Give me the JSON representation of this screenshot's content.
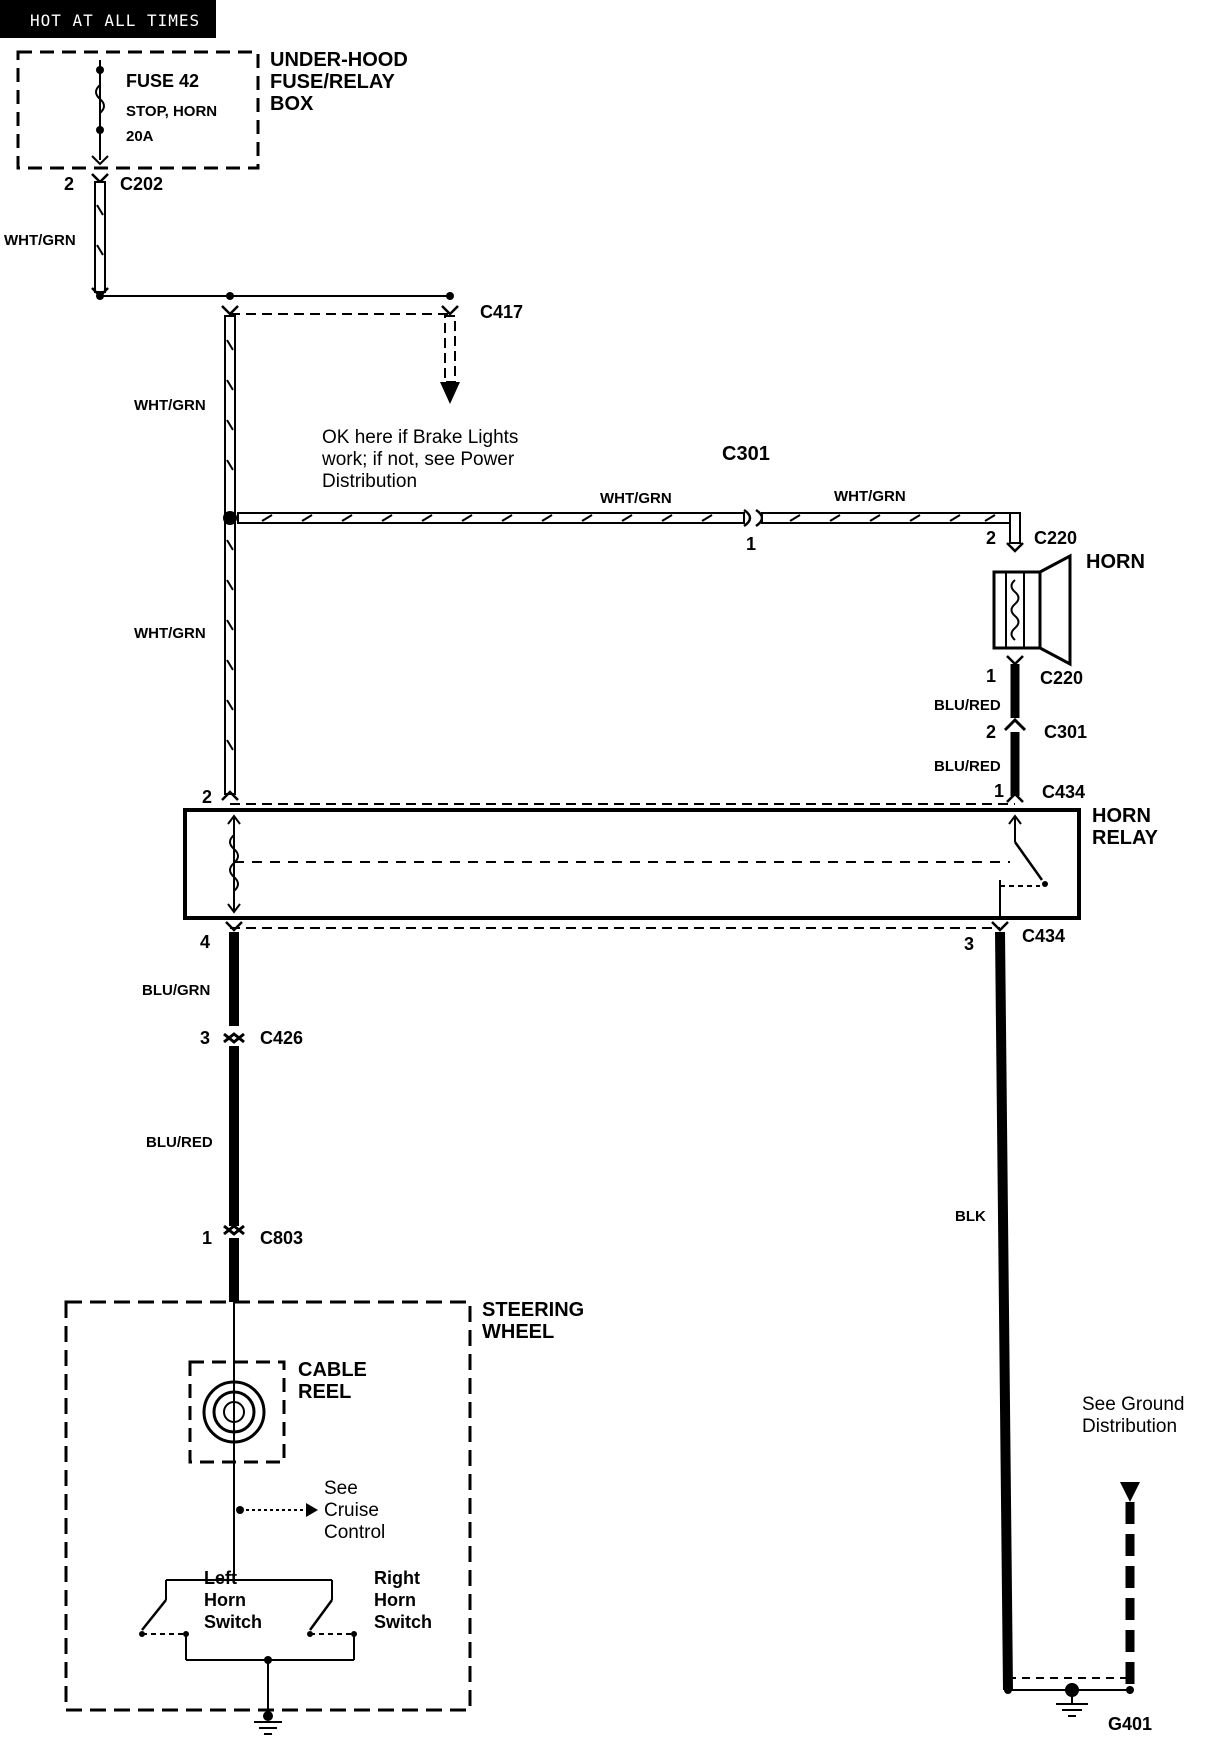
{
  "header": {
    "title": "HOT AT ALL TIMES"
  },
  "fuse_box": {
    "name_lines": [
      "UNDER-HOOD",
      "FUSE/RELAY",
      "BOX"
    ],
    "fuse_label": "FUSE 42",
    "fuse_desc": "STOP, HORN",
    "fuse_rating": "20A"
  },
  "connectors": {
    "c202": "C202",
    "c202_pin": "2",
    "c417": "C417",
    "c301_top": "C301",
    "c301_top_pin": "1",
    "c220_top": "C220",
    "c220_top_pin": "2",
    "c220_bottom": "C220",
    "c220_bottom_pin": "1",
    "c301_right": "C301",
    "c301_right_pin": "2",
    "c434_top": "C434",
    "c434_top_pin": "1",
    "relay_pin_2": "2",
    "relay_pin_4": "4",
    "c434_bottom": "C434",
    "c434_bottom_pin": "3",
    "c426": "C426",
    "c426_pin": "3",
    "c803": "C803",
    "c803_pin": "1",
    "g401": "G401"
  },
  "wires": {
    "w1": "WHT/GRN",
    "w2": "WHT/GRN",
    "w3": "WHT/GRN",
    "w4": "WHT/GRN",
    "w5": "WHT/GRN",
    "w6": "BLU/RED",
    "w7": "BLU/RED",
    "w8": "BLU/GRN",
    "w9": "BLU/RED",
    "w10": "BLK"
  },
  "notes": {
    "brake_lines": [
      "OK here if Brake Lights",
      "work; if not, see Power",
      "Distribution"
    ],
    "ground_lines": [
      "See Ground",
      "Distribution"
    ],
    "cruise_lines": [
      "See",
      "Cruise",
      "Control"
    ]
  },
  "components": {
    "horn": "HORN",
    "relay_lines": [
      "HORN",
      "RELAY"
    ],
    "steering_lines": [
      "STEERING",
      "WHEEL"
    ],
    "cable_reel_lines": [
      "CABLE",
      "REEL"
    ],
    "left_switch_lines": [
      "Left",
      "Horn",
      "Switch"
    ],
    "right_switch_lines": [
      "Right",
      "Horn",
      "Switch"
    ]
  }
}
